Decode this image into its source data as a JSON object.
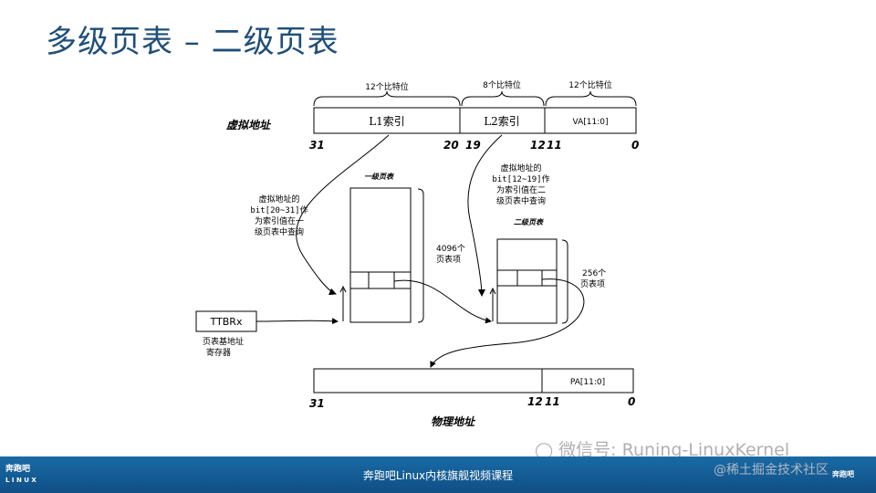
{
  "title": "多级页表 – 二级页表",
  "virtual_address": {
    "label": "虚拟地址",
    "fields": [
      {
        "header": "12个比特位",
        "label": "L1索引"
      },
      {
        "header": "8个比特位",
        "label": "L2索引"
      },
      {
        "header": "12个比特位",
        "label": "VA[11:0]"
      }
    ],
    "bits": [
      "31",
      "20",
      "19",
      "12",
      "11",
      "0"
    ]
  },
  "level1": {
    "title": "一级页表",
    "count_line1": "4096个",
    "count_line2": "页表项",
    "note_lines": [
      "虚拟地址的",
      "bit[20~31]作",
      "为索引值在一",
      "级页表中查询"
    ]
  },
  "level2": {
    "title": "二级页表",
    "count_line1": "256个",
    "count_line2": "页表项",
    "note_lines": [
      "虚拟地址的",
      "bit[12~19]作",
      "为索引值在二",
      "级页表中查询"
    ]
  },
  "ttbr": {
    "label": "TTBRx",
    "note_line1": "页表基地址",
    "note_line2": "寄存器"
  },
  "physical_address": {
    "label": "物理地址",
    "field": "PA[11:0]",
    "bits": [
      "31",
      "12",
      "11",
      "0"
    ]
  },
  "footer": {
    "text": "奔跑吧Linux内核旗舰视频课程"
  },
  "logos": {
    "left": "奔跑吧",
    "left_sub": "L I N U X",
    "right": "奔跑吧"
  },
  "watermark": {
    "text": "微信号: Runing-LinuxKernel",
    "text2": "@稀土掘金技术社区",
    "icon": "wechat-icon"
  },
  "colors": {
    "title": "#1f4e79",
    "footer": "#1565a3",
    "line": "#000000"
  }
}
